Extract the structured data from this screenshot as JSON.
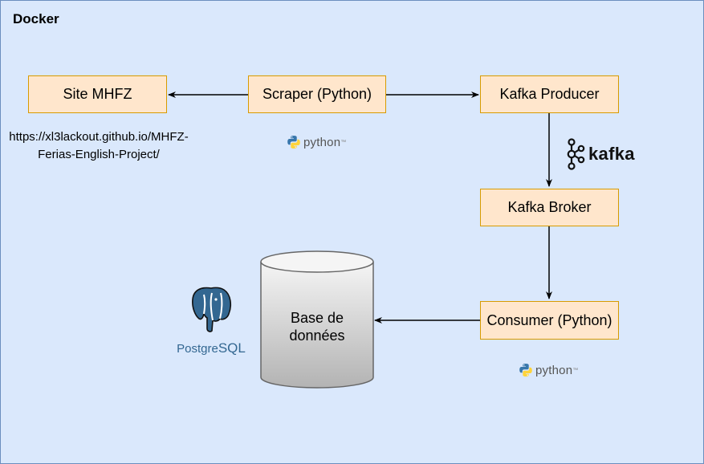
{
  "container": {
    "title": "Docker"
  },
  "nodes": {
    "site": "Site MHFZ",
    "scraper": "Scraper (Python)",
    "producer": "Kafka Producer",
    "broker": "Kafka Broker",
    "consumer": "Consumer (Python)",
    "database": "Base de données"
  },
  "site_url": "https://xl3lackout.github.io/MHFZ-Ferias-English-Project/",
  "logos": {
    "python": "python",
    "kafka": "kafka",
    "postgres_prefix": "Postgre",
    "postgres_suffix": "SQL"
  },
  "edges": [
    {
      "from": "scraper",
      "to": "site"
    },
    {
      "from": "scraper",
      "to": "producer"
    },
    {
      "from": "producer",
      "to": "broker"
    },
    {
      "from": "broker",
      "to": "consumer"
    },
    {
      "from": "consumer",
      "to": "database"
    }
  ]
}
